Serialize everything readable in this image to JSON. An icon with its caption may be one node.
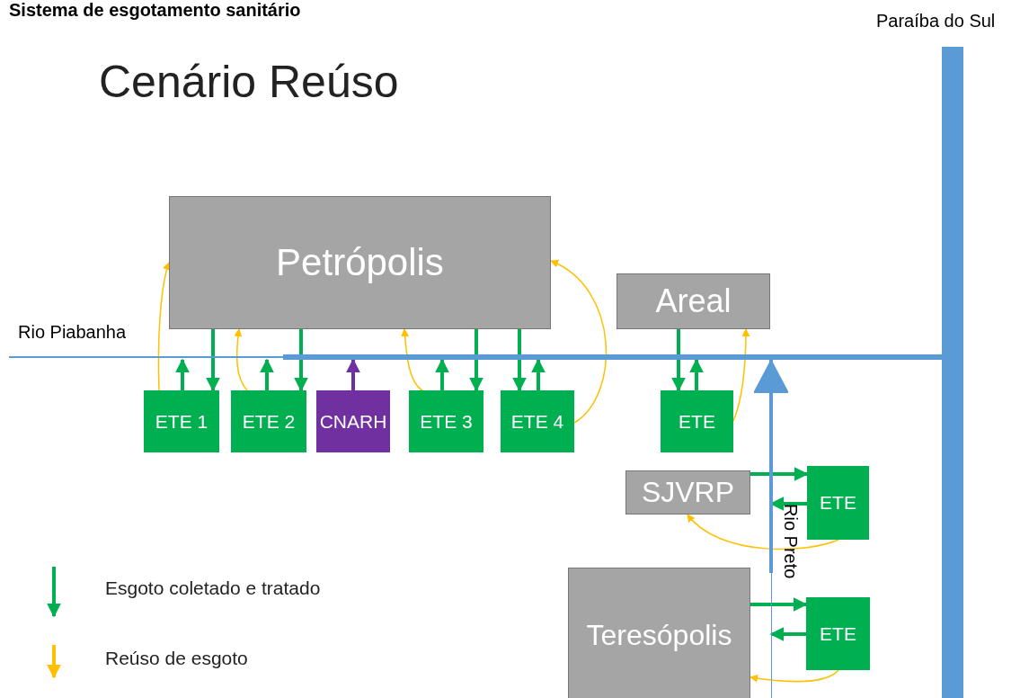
{
  "diagram": {
    "title": "Cenário Reúso",
    "nodes": [
      {
        "text": [
          "Petrópolis"
        ]
      },
      {
        "text": [
          "Areal"
        ]
      },
      {
        "text": [
          "ETE 1"
        ]
      },
      {
        "text": [
          "ETE 2"
        ]
      },
      {
        "text": [
          "CNARH"
        ]
      },
      {
        "text": [
          "ETE 3"
        ]
      },
      {
        "text": [
          "ETE 4"
        ]
      },
      {
        "text": [
          "ETE"
        ]
      },
      {
        "text": [
          "SJVRP"
        ]
      },
      {
        "text": [
          "ETE"
        ]
      },
      {
        "text": [
          "Teresópolis"
        ]
      },
      {
        "text": [
          "ETE"
        ]
      },
      {
        "text": [
          "Rio Piabanha"
        ]
      },
      {
        "text": [
          "Rio Preto"
        ]
      },
      {
        "text": [
          "Paraíba do Sul"
        ]
      }
    ],
    "edges": [
      {
        "from": 0,
        "to": 2,
        "arrow": "to"
      },
      {
        "from": 2,
        "to": 12,
        "arrow": "to"
      },
      {
        "from": 2,
        "to": 0,
        "arrow": "to",
        "color": "#ffc000"
      },
      {
        "from": 0,
        "to": 3,
        "arrow": "to"
      },
      {
        "from": 3,
        "to": 12,
        "arrow": "to"
      },
      {
        "from": 3,
        "to": 0,
        "arrow": "to",
        "color": "#ffc000"
      },
      {
        "from": 4,
        "to": 12,
        "arrow": "to",
        "color": "#7030a0"
      },
      {
        "from": 0,
        "to": 5,
        "arrow": "to"
      },
      {
        "from": 5,
        "to": 12,
        "arrow": "to"
      },
      {
        "from": 5,
        "to": 0,
        "arrow": "to",
        "color": "#ffc000"
      },
      {
        "from": 0,
        "to": 6,
        "arrow": "to"
      },
      {
        "from": 6,
        "to": 12,
        "arrow": "to"
      },
      {
        "from": 6,
        "to": 0,
        "arrow": "to",
        "color": "#ffc000"
      },
      {
        "from": 1,
        "to": 7,
        "arrow": "to"
      },
      {
        "from": 7,
        "to": 12,
        "arrow": "to"
      },
      {
        "from": 7,
        "to": 1,
        "arrow": "to",
        "color": "#ffc000"
      },
      {
        "from": 8,
        "to": 9,
        "arrow": "to"
      },
      {
        "from": 9,
        "to": 13,
        "arrow": "to"
      },
      {
        "from": 9,
        "to": 8,
        "arrow": "to",
        "color": "#ffc000"
      },
      {
        "from": 10,
        "to": 11,
        "arrow": "to"
      },
      {
        "from": 11,
        "to": 13,
        "arrow": "to"
      },
      {
        "from": 11,
        "to": 10,
        "arrow": "to",
        "color": "#ffc000"
      },
      {
        "from": 13,
        "to": 12,
        "arrow": "to",
        "color": "#5b9bd5"
      }
    ],
    "labels": [
      "Sistema de esgotamento sanitário"
    ],
    "legend": [
      {
        "text": "Esgoto coletado e tratado"
      },
      {
        "text": "Reúso de esgoto"
      }
    ]
  }
}
